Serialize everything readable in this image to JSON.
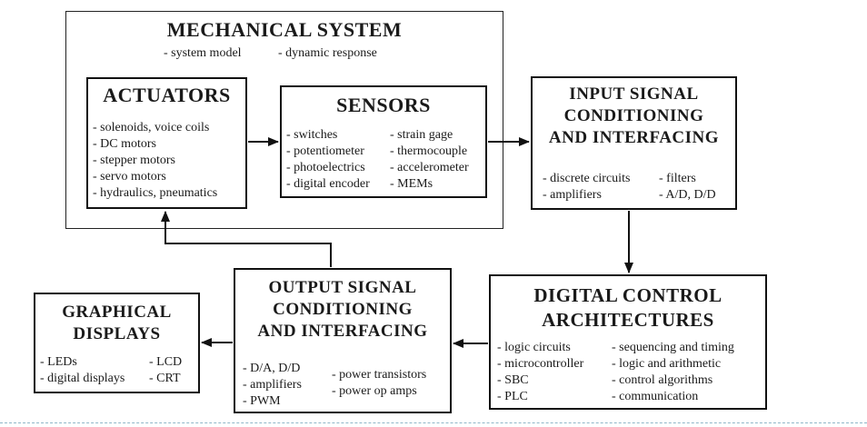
{
  "mechanical_system": {
    "title": "MECHANICAL SYSTEM",
    "items": [
      "- system model",
      "- dynamic response"
    ]
  },
  "actuators": {
    "title": "ACTUATORS",
    "items": [
      "- solenoids, voice coils",
      "- DC motors",
      "- stepper motors",
      "- servo motors",
      "- hydraulics, pneumatics"
    ]
  },
  "sensors": {
    "title": "SENSORS",
    "items_left": [
      "- switches",
      "- potentiometer",
      "- photoelectrics",
      "- digital encoder"
    ],
    "items_right": [
      "- strain gage",
      "- thermocouple",
      "- accelerometer",
      "- MEMs"
    ]
  },
  "input_signal": {
    "title_lines": [
      "INPUT SIGNAL",
      "CONDITIONING",
      "AND INTERFACING"
    ],
    "items_left": [
      "- discrete circuits",
      "- amplifiers"
    ],
    "items_right": [
      "- filters",
      "- A/D, D/D"
    ]
  },
  "digital_control": {
    "title_lines": [
      "DIGITAL CONTROL",
      "ARCHITECTURES"
    ],
    "items_left": [
      "- logic circuits",
      "- microcontroller",
      "- SBC",
      "- PLC"
    ],
    "items_right": [
      "- sequencing and timing",
      "- logic and arithmetic",
      "- control algorithms",
      "- communication"
    ]
  },
  "output_signal": {
    "title_lines": [
      "OUTPUT SIGNAL",
      "CONDITIONING",
      "AND INTERFACING"
    ],
    "items_left": [
      "- D/A, D/D",
      "- amplifiers",
      "- PWM"
    ],
    "items_right": [
      "- power transistors",
      "- power op amps"
    ]
  },
  "graphical_displays": {
    "title_lines": [
      "GRAPHICAL",
      "DISPLAYS"
    ],
    "items_left": [
      "- LEDs",
      "- digital displays"
    ],
    "items_right": [
      "- LCD",
      "- CRT"
    ]
  },
  "colors": {
    "line": "#111111",
    "footer_rule": "#8fb6c8"
  }
}
